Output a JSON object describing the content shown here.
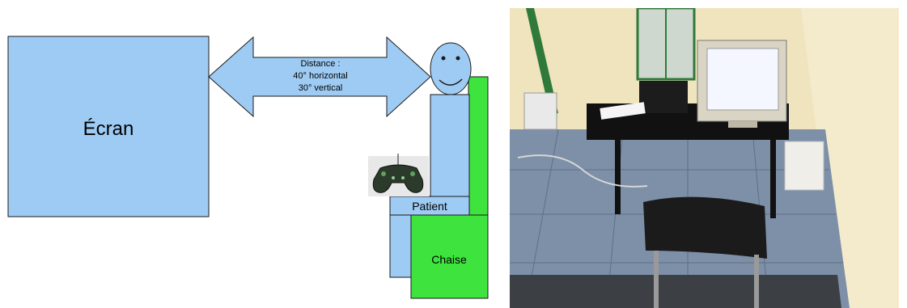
{
  "diagram": {
    "screen_label": "Écran",
    "distance_label": "Distance :",
    "horizontal_label": "40° horizontal",
    "vertical_label": "30° vertical",
    "patient_label": "Patient",
    "chair_label": "Chaise"
  },
  "colors": {
    "blue_fill": "#9ecbf3",
    "green_fill": "#3ee33e",
    "outline": "#1a1a1a"
  },
  "photo": {
    "description_hidden": ""
  }
}
